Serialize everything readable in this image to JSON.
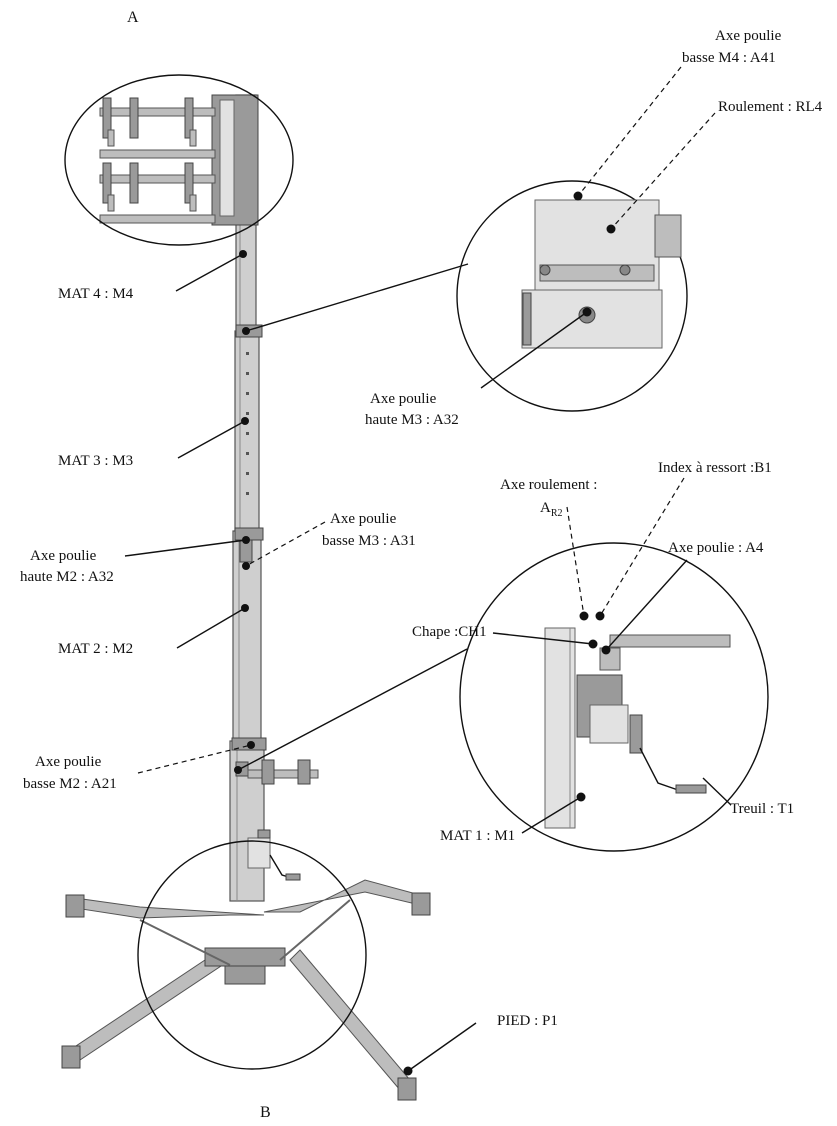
{
  "letters": {
    "top": "A",
    "bottom": "B"
  },
  "labels": {
    "mat4": "MAT 4 : M4",
    "mat3": "MAT 3 : M3",
    "mat2": "MAT 2 : M2",
    "mat1": "MAT 1 : M1",
    "axe_poulie_basse_m4_line1": "Axe poulie",
    "axe_poulie_basse_m4_line2": "basse M4 : A41",
    "roulement": "Roulement : RL4",
    "axe_poulie_haute_m3_line1": "Axe poulie",
    "axe_poulie_haute_m3_line2": "haute M3 : A32",
    "axe_poulie_basse_m3_line1": "Axe poulie",
    "axe_poulie_basse_m3_line2": "basse M3 : A31",
    "axe_poulie_haute_m2_line1": "Axe poulie",
    "axe_poulie_haute_m2_line2": "haute M2 : A32",
    "axe_poulie_basse_m2_line1": "Axe poulie",
    "axe_poulie_basse_m2_line2": "basse M2 : A21",
    "axe_roulement_line1": "Axe roulement :",
    "axe_roulement_main": "A",
    "axe_roulement_sub": "R2",
    "index_ressort": "Index à ressort :B1",
    "axe_poulie_a4": "Axe poulie : A4",
    "chape": "Chape :CH1",
    "treuil": "Treuil : T1",
    "pied": "PIED : P1"
  }
}
